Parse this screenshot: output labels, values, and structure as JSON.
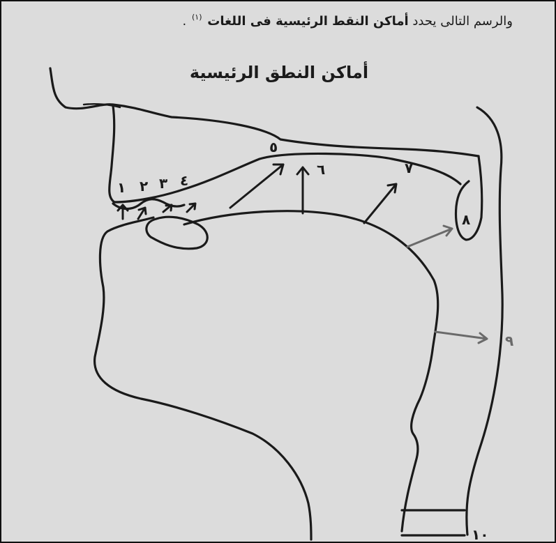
{
  "page": {
    "caption_prefix": "والرسم التالى يحدد",
    "caption_bold": "أماكن النقط الرئيسية فى اللغات",
    "caption_footnote": "(١)",
    "caption_end": ".",
    "title": "أماكن النطق الرئيسية"
  },
  "diagram": {
    "labels": [
      {
        "id": "lips",
        "text": "١"
      },
      {
        "id": "teeth",
        "text": "٢"
      },
      {
        "id": "alveolar",
        "text": "٣"
      },
      {
        "id": "postalveolar",
        "text": "٤"
      },
      {
        "id": "hard-palate",
        "text": "٥"
      },
      {
        "id": "mid-palate",
        "text": "٦"
      },
      {
        "id": "velum",
        "text": "٧"
      },
      {
        "id": "uvula",
        "text": "٨"
      },
      {
        "id": "pharynx",
        "text": "٩"
      },
      {
        "id": "larynx",
        "text": "١٠"
      }
    ]
  }
}
